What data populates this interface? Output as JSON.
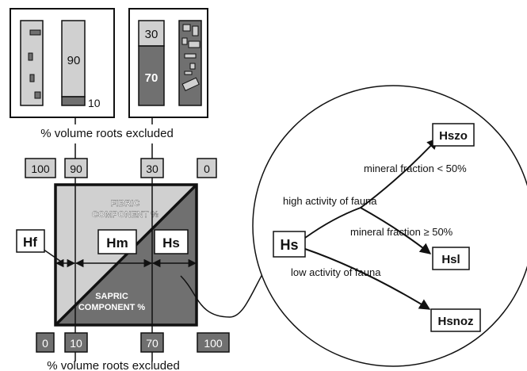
{
  "palette": {
    "light": "#d0d0d0",
    "dark": "#707070",
    "white": "#ffffff",
    "stroke": "#111111"
  },
  "left_panel": {
    "light_value": "90",
    "dark_value": "10"
  },
  "right_panel": {
    "light_value": "30",
    "dark_value": "70"
  },
  "top_axis": {
    "label": "% volume roots excluded",
    "ticks": [
      "100",
      "90",
      "30",
      "0"
    ]
  },
  "bottom_axis": {
    "label": "% volume roots excluded",
    "ticks": [
      "0",
      "10",
      "70",
      "100"
    ]
  },
  "square": {
    "fibric_line1": "FIBRIC",
    "fibric_line2": "COMPONENT %",
    "sapric_line1": "SAPRIC",
    "sapric_line2": "COMPONENT %",
    "hf": "Hf",
    "hm": "Hm",
    "hs": "Hs"
  },
  "circle": {
    "root": "Hs",
    "high_activity": "high activity of fauna",
    "low_activity": "low activity of fauna",
    "mineral_lt": "mineral fraction < 50%",
    "mineral_ge": "mineral fraction ≥ 50%",
    "hszo": "Hszo",
    "hsl": "Hsl",
    "hsnoz": "Hsnoz"
  }
}
